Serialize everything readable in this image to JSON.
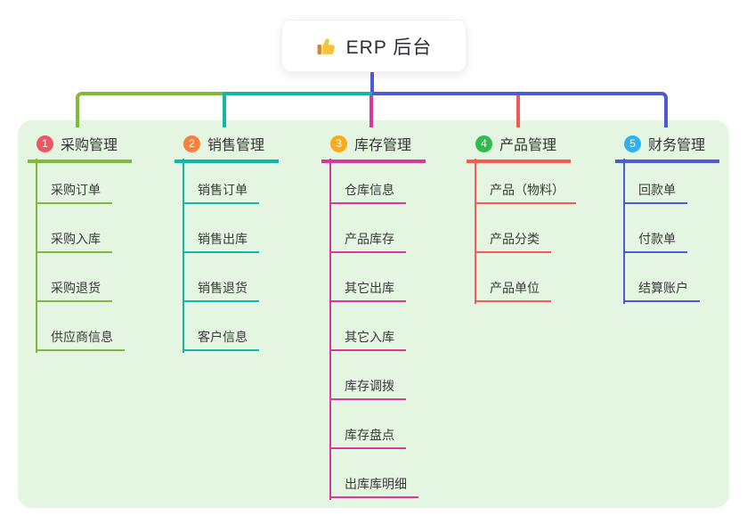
{
  "root": {
    "label": "ERP 后台",
    "icon": "thumbs-up-icon",
    "connector_color": "#4c5bd4"
  },
  "panel_color": "#e4f5e1",
  "branches": [
    {
      "index": "1",
      "label": "采购管理",
      "color": "#7fba3d",
      "badge_color": "#f25562",
      "children": [
        "采购订单",
        "采购入库",
        "采购退货",
        "供应商信息"
      ]
    },
    {
      "index": "2",
      "label": "销售管理",
      "color": "#13b6a7",
      "badge_color": "#f5813a",
      "children": [
        "销售订单",
        "销售出库",
        "销售退货",
        "客户信息"
      ]
    },
    {
      "index": "3",
      "label": "库存管理",
      "color": "#d6399b",
      "badge_color": "#fbab1a",
      "children": [
        "仓库信息",
        "产品库存",
        "其它出库",
        "其它入库",
        "库存调拨",
        "库存盘点",
        "出库库明细"
      ]
    },
    {
      "index": "4",
      "label": "产品管理",
      "color": "#f35b55",
      "badge_color": "#2cbd4e",
      "children": [
        "产品（物料）",
        "产品分类",
        "产品单位"
      ]
    },
    {
      "index": "5",
      "label": "财务管理",
      "color": "#4c5bd4",
      "badge_color": "#2eb1f2",
      "children": [
        "回款单",
        "付款单",
        "结算账户"
      ]
    }
  ]
}
